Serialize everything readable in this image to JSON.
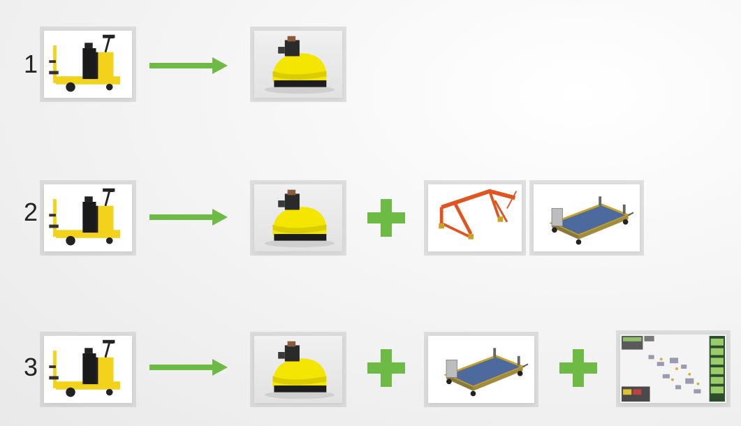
{
  "steps": [
    {
      "number": "1",
      "items": [
        {
          "kind": "image",
          "icon": "tugger-truck-icon"
        },
        {
          "kind": "connector",
          "icon": "arrow-right-icon"
        },
        {
          "kind": "image",
          "icon": "agv-robot-icon"
        }
      ]
    },
    {
      "number": "2",
      "items": [
        {
          "kind": "image",
          "icon": "tugger-truck-icon"
        },
        {
          "kind": "connector",
          "icon": "arrow-right-icon"
        },
        {
          "kind": "image",
          "icon": "agv-robot-icon"
        },
        {
          "kind": "connector",
          "icon": "plus-icon"
        },
        {
          "kind": "image",
          "icon": "orange-frame-icon"
        },
        {
          "kind": "image",
          "icon": "cart-platform-icon"
        }
      ]
    },
    {
      "number": "3",
      "items": [
        {
          "kind": "image",
          "icon": "tugger-truck-icon"
        },
        {
          "kind": "connector",
          "icon": "arrow-right-icon"
        },
        {
          "kind": "image",
          "icon": "agv-robot-icon"
        },
        {
          "kind": "connector",
          "icon": "plus-icon"
        },
        {
          "kind": "image",
          "icon": "cart-platform-icon"
        },
        {
          "kind": "connector",
          "icon": "plus-icon"
        },
        {
          "kind": "image",
          "icon": "fleet-software-screen-icon"
        }
      ]
    }
  ],
  "colors": {
    "arrow_green": "#6dbb45",
    "robot_yellow": "#f4e600",
    "truck_yellow": "#f2d21b",
    "frame_orange": "#e2541f",
    "platform_blue": "#4d6a9e"
  }
}
